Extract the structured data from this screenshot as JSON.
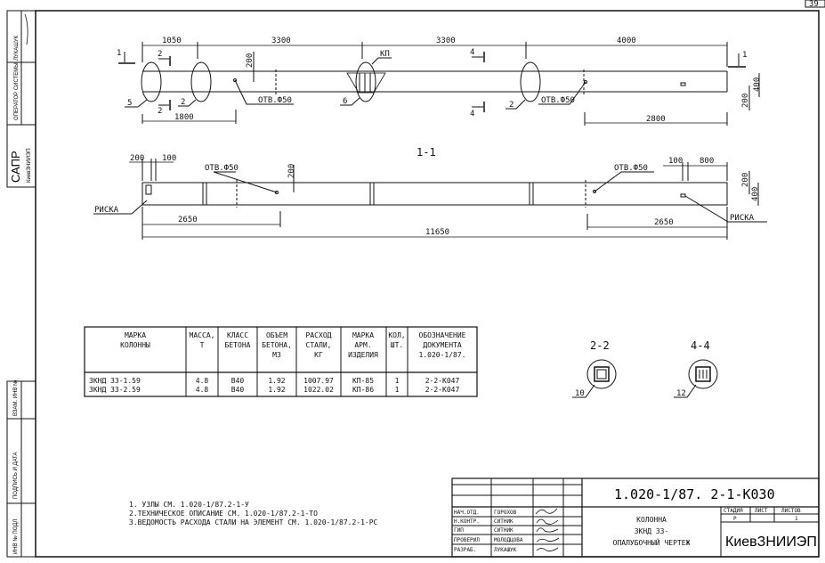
{
  "sheet_number": "39",
  "side_stamp": {
    "author": "ЛУКАШУК",
    "operator_label": "ОПЕРАТОР СИСТЕМЫ",
    "sapr": "САПР",
    "org": "КиевЗНИИЭП",
    "inv_orig": "ИНВ № ПОДЛ",
    "sign_date": "ПОДПИСЬ И ДАТА",
    "vzam_inv": "ВЗАМ. ИНВ №"
  },
  "plan_view": {
    "dims_top": [
      "1050",
      "3300",
      "3300",
      "4000"
    ],
    "dim_1800": "1800",
    "dim_2800": "2800",
    "dim_200": "200",
    "dim_400": "400",
    "dim_200_right": "200",
    "hole_label_1": "ОТВ.Ф50",
    "hole_label_2": "ОТВ.Ф50",
    "kp_label": "КП",
    "callouts": [
      "5",
      "2",
      "6",
      "2"
    ],
    "section_marks": [
      "1",
      "1",
      "2",
      "2",
      "4",
      "4"
    ]
  },
  "section_view": {
    "title": "1-1",
    "dim_200_left": "200",
    "dim_100_left": "100",
    "dim_100_right": "100",
    "dim_800": "800",
    "dim_200_v": "200",
    "dim_200_r": "200",
    "dim_400_r": "400",
    "hole_label_1": "ОТВ.Ф50",
    "hole_label_2": "ОТВ.Ф50",
    "risk_left": "РИСКА",
    "risk_right": "РИСКА",
    "dim_2650_left": "2650",
    "dim_2650_right": "2650",
    "dim_total": "11650"
  },
  "spec_table": {
    "headers": [
      [
        "МАРКА",
        "КОЛОННЫ"
      ],
      [
        "МАССА,",
        "Т"
      ],
      [
        "КЛАСС",
        "БЕТОНА"
      ],
      [
        "ОБЪЕМ",
        "БЕТОНА,",
        "М3"
      ],
      [
        "РАСХОД",
        "СТАЛИ,",
        "КГ"
      ],
      [
        "МАРКА",
        "АРМ.",
        "ИЗДЕЛИЯ"
      ],
      [
        "КОЛ,",
        "ШТ."
      ],
      [
        "ОБОЗНАЧЕНИЕ",
        "ДОКУМЕНТА",
        "1.020-1/87."
      ]
    ],
    "rows": [
      [
        "3КНД 33-1.59",
        "4.8",
        "B40",
        "1.92",
        "1007.97",
        "КП-85",
        "1",
        "2-2-К047"
      ],
      [
        "3КНД 33-2.59",
        "4.8",
        "B40",
        "1.92",
        "1022.02",
        "КП-86",
        "1",
        "2-2-К047"
      ]
    ]
  },
  "sections": [
    {
      "title": "2-2",
      "callout": "10"
    },
    {
      "title": "4-4",
      "callout": "12"
    }
  ],
  "notes": [
    "1. УЗЛЫ СМ. 1.020-1/87.2-1-У",
    "2.ТЕХНИЧЕСКОЕ ОПИСАНИЕ СМ. 1.020-1/87.2-1-ТО",
    "3.ВЕДОМОСТЬ РАСХОДА СТАЛИ НА ЭЛЕМЕНТ СМ. 1.020-1/87.2-1-РС"
  ],
  "title_block": {
    "code": "1.020-1/87. 2-1-К030",
    "roles": [
      {
        "role": "НАЧ.ОТД.",
        "name": "ГОРОХОВ"
      },
      {
        "role": "Н.КОНТР.",
        "name": "СИТНИК"
      },
      {
        "role": "ГИП",
        "name": "СИТНИК"
      },
      {
        "role": "ПРОВЕРИЛ",
        "name": "МОЛОДЦОВА"
      },
      {
        "role": "РАЗРАБ.",
        "name": "ЛУКАШУК"
      }
    ],
    "item_title": [
      "КОЛОННА",
      "3КНД 33-",
      "ОПАЛУБОЧНЫЙ ЧЕРТЕЖ"
    ],
    "stage_label": "СТАДИЯ",
    "sheet_label": "ЛИСТ",
    "sheets_label": "ЛИСТОВ",
    "stage": "Р",
    "sheets": "1",
    "org": "КиевЗНИИЭП"
  }
}
